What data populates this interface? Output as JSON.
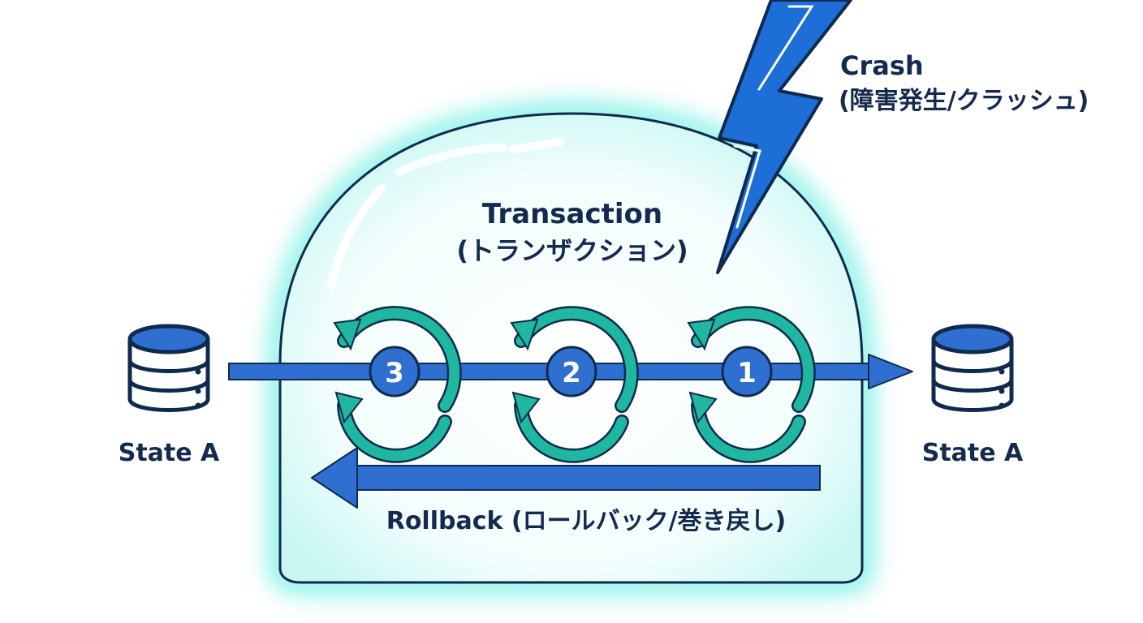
{
  "transaction": {
    "title": "Transaction",
    "subtitle": "(トランザクション)"
  },
  "crash": {
    "title": "Crash",
    "subtitle": "(障害発生/クラッシュ)"
  },
  "rollback": {
    "label": "Rollback (ロールバック/巻き戻し)"
  },
  "state_left": {
    "label": "State A"
  },
  "state_right": {
    "label": "State A"
  },
  "steps": [
    {
      "number": "3"
    },
    {
      "number": "2"
    },
    {
      "number": "1"
    }
  ],
  "colors": {
    "outline": "#0f2a4d",
    "bubble_fill": "#eafdfb",
    "bubble_glow": "#2ee6d6",
    "arrow_blue": "#2f6fd1",
    "cycle_teal": "#1fb7a0",
    "step_blue": "#2e6fd0",
    "lightning": "#1e6ed8"
  },
  "icons": {
    "database": "database-icon",
    "lightning": "lightning-bolt-icon",
    "cycle": "cycle-arrows-icon"
  }
}
